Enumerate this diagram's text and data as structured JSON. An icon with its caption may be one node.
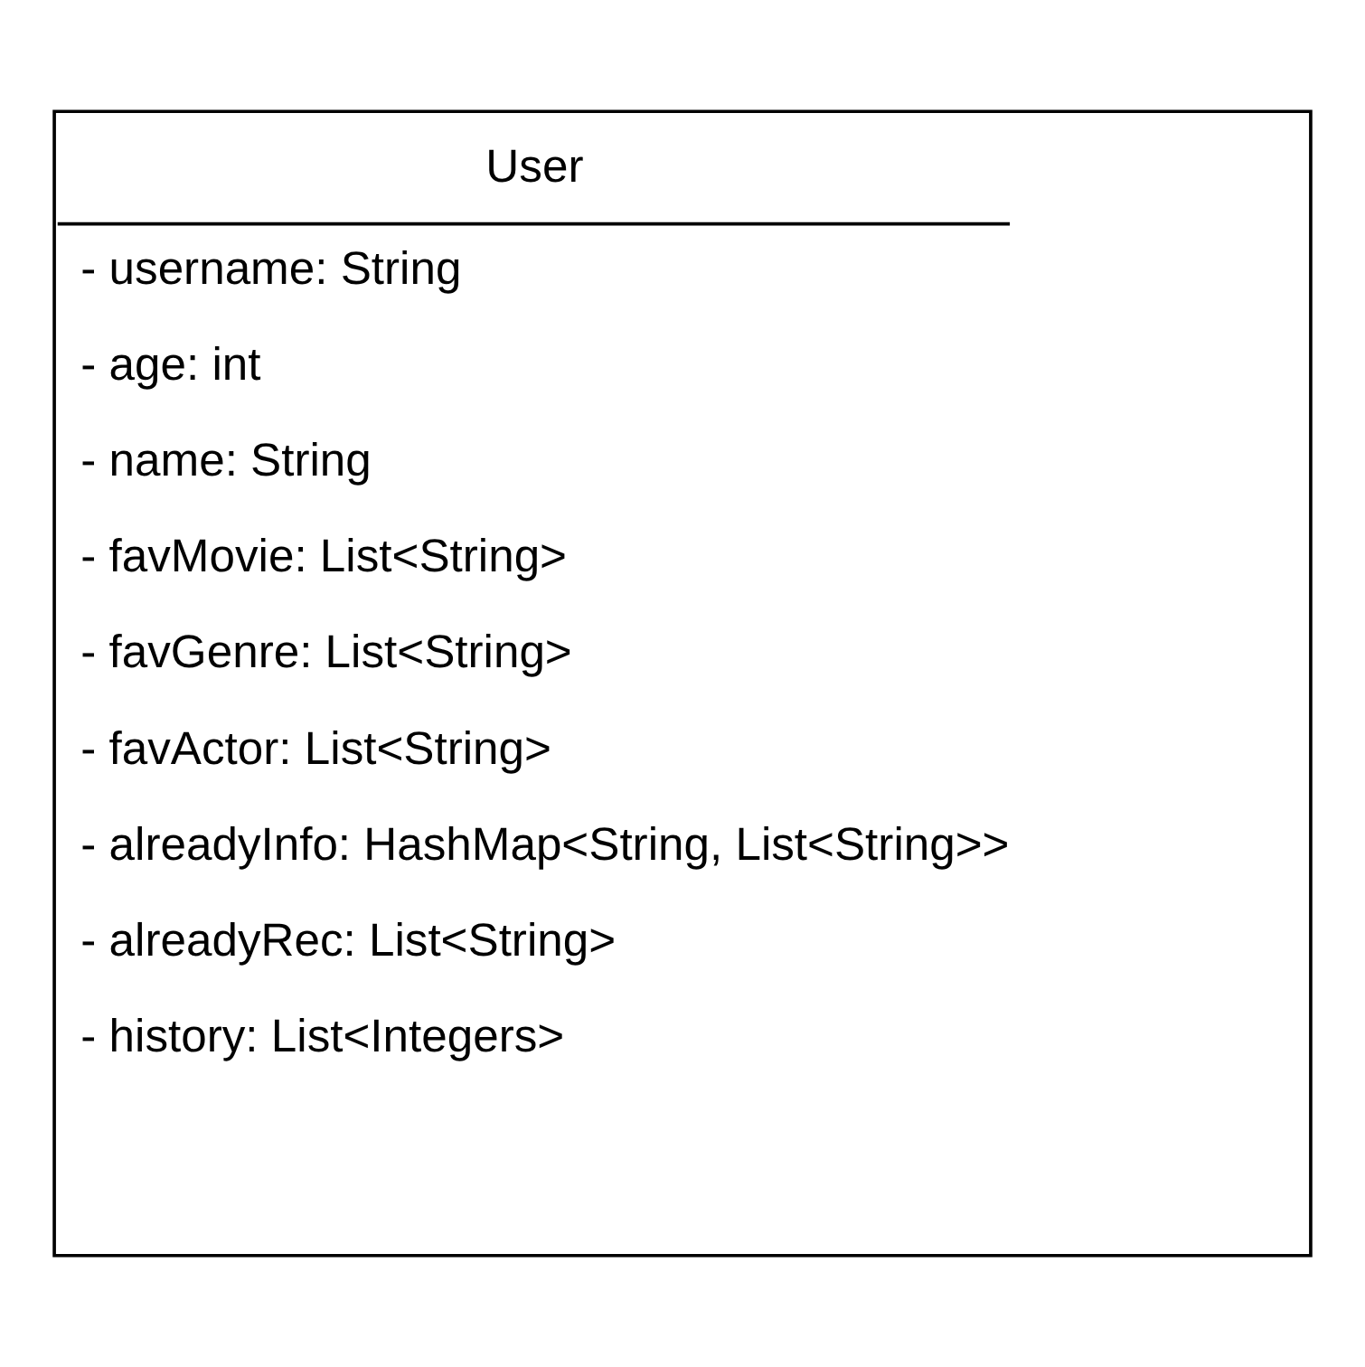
{
  "diagram": {
    "nodes": [
      {
        "text": [
          "User",
          "- username: String",
          "- age: int",
          "- name: String",
          "- favMovie: List<String>",
          "- favGenre: List<String>",
          "- favActor: List<String>",
          "- alreadyInfo: HashMap<String, List<String>>",
          "- alreadyRec: List<String>",
          "- history: List<Integers>"
        ]
      }
    ]
  }
}
